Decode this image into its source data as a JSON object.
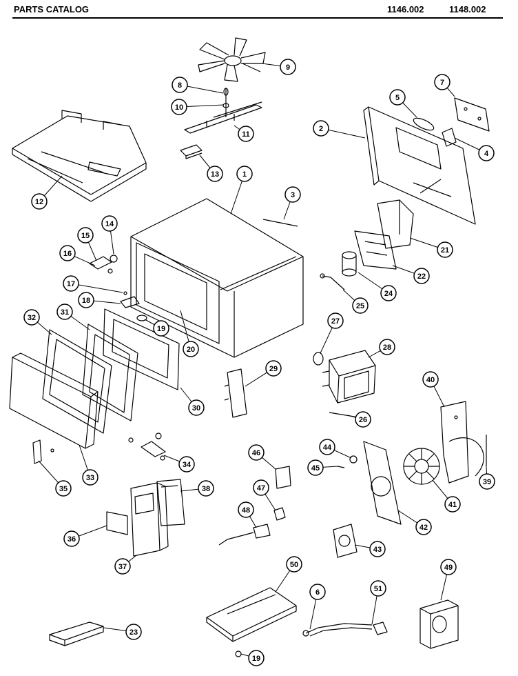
{
  "header": {
    "title": "PARTS  CATALOG",
    "model_numbers": [
      "1146.002",
      "1148.002"
    ]
  },
  "callouts": [
    {
      "id": "c1",
      "label": "1"
    },
    {
      "id": "c2",
      "label": "2"
    },
    {
      "id": "c3",
      "label": "3"
    },
    {
      "id": "c4",
      "label": "4"
    },
    {
      "id": "c5",
      "label": "5"
    },
    {
      "id": "c6",
      "label": "6"
    },
    {
      "id": "c7",
      "label": "7"
    },
    {
      "id": "c8",
      "label": "8"
    },
    {
      "id": "c9",
      "label": "9"
    },
    {
      "id": "c10",
      "label": "10"
    },
    {
      "id": "c11",
      "label": "11"
    },
    {
      "id": "c12",
      "label": "12"
    },
    {
      "id": "c13",
      "label": "13"
    },
    {
      "id": "c14",
      "label": "14"
    },
    {
      "id": "c15",
      "label": "15"
    },
    {
      "id": "c16",
      "label": "16"
    },
    {
      "id": "c17",
      "label": "17"
    },
    {
      "id": "c18",
      "label": "18"
    },
    {
      "id": "c19a",
      "label": "19"
    },
    {
      "id": "c19b",
      "label": "19"
    },
    {
      "id": "c20",
      "label": "20"
    },
    {
      "id": "c21",
      "label": "21"
    },
    {
      "id": "c22",
      "label": "22"
    },
    {
      "id": "c23",
      "label": "23"
    },
    {
      "id": "c24",
      "label": "24"
    },
    {
      "id": "c25",
      "label": "25"
    },
    {
      "id": "c26",
      "label": "26"
    },
    {
      "id": "c27",
      "label": "27"
    },
    {
      "id": "c28",
      "label": "28"
    },
    {
      "id": "c29",
      "label": "29"
    },
    {
      "id": "c30",
      "label": "30"
    },
    {
      "id": "c31",
      "label": "31"
    },
    {
      "id": "c32",
      "label": "32"
    },
    {
      "id": "c33",
      "label": "33"
    },
    {
      "id": "c34",
      "label": "34"
    },
    {
      "id": "c35",
      "label": "35"
    },
    {
      "id": "c36",
      "label": "36"
    },
    {
      "id": "c37",
      "label": "37"
    },
    {
      "id": "c38",
      "label": "38"
    },
    {
      "id": "c39",
      "label": "39"
    },
    {
      "id": "c40",
      "label": "40"
    },
    {
      "id": "c41",
      "label": "41"
    },
    {
      "id": "c42",
      "label": "42"
    },
    {
      "id": "c43",
      "label": "43"
    },
    {
      "id": "c44",
      "label": "44"
    },
    {
      "id": "c45",
      "label": "45"
    },
    {
      "id": "c46",
      "label": "46"
    },
    {
      "id": "c47",
      "label": "47"
    },
    {
      "id": "c48",
      "label": "48"
    },
    {
      "id": "c49",
      "label": "49"
    },
    {
      "id": "c50",
      "label": "50"
    },
    {
      "id": "c51",
      "label": "51"
    }
  ]
}
